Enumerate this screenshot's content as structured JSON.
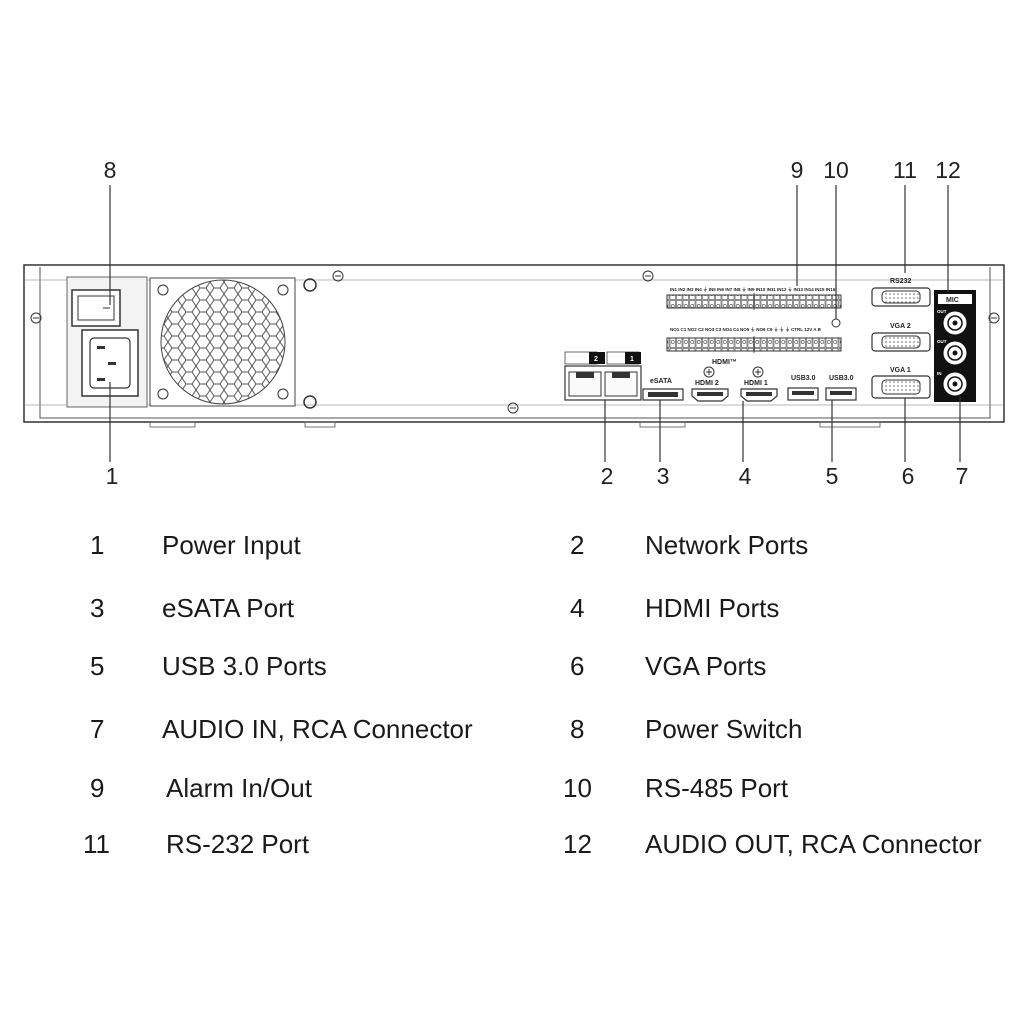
{
  "callouts": {
    "n1": "1",
    "n2": "2",
    "n3": "3",
    "n4": "4",
    "n5": "5",
    "n6": "6",
    "n7": "7",
    "n8": "8",
    "n9": "9",
    "n10": "10",
    "n11": "11",
    "n12": "12"
  },
  "panel_labels": {
    "rs232": "RS232",
    "mic": "MIC",
    "vga2": "VGA 2",
    "vga1": "VGA 1",
    "out2": "OUT",
    "out1": "OUT",
    "in": "IN",
    "ch2": "2",
    "ch1": "1",
    "esata": "eSATA",
    "hdmi2": "HDMI 2",
    "hdmi1": "HDMI 1",
    "hdmi_logo": "HDMI™",
    "usb_a": "USB3.0",
    "usb_b": "USB3.0",
    "lan2": "2",
    "lan1": "1",
    "alarm_top": "IN1 IN2 IN3 IN4 ⏚ IN5 IN6 IN7 IN8 ⏚  IN9 IN10 IN11 IN12 ⏚ IN13 IN14 IN15 IN16",
    "alarm_bottom": "NO1 C1 NO2 C2 NO3 C3 NO4 C4 NO5 ⏚  NO6 C6 ⏚ ⏚ ⏚ CTRL 12V A B"
  },
  "legend": [
    {
      "num": "1",
      "label": "Power Input"
    },
    {
      "num": "2",
      "label": "Network Ports"
    },
    {
      "num": "3",
      "label": "eSATA Port"
    },
    {
      "num": "4",
      "label": "HDMI Ports"
    },
    {
      "num": "5",
      "label": "USB 3.0 Ports"
    },
    {
      "num": "6",
      "label": "VGA Ports"
    },
    {
      "num": "7",
      "label": "AUDIO IN, RCA Connector"
    },
    {
      "num": "8",
      "label": "Power Switch"
    },
    {
      "num": "9",
      "label": "Alarm In/Out"
    },
    {
      "num": "10",
      "label": "RS-485 Port"
    },
    {
      "num": "11",
      "label": "RS-232 Port"
    },
    {
      "num": "12",
      "label": "AUDIO OUT, RCA Connector"
    }
  ]
}
